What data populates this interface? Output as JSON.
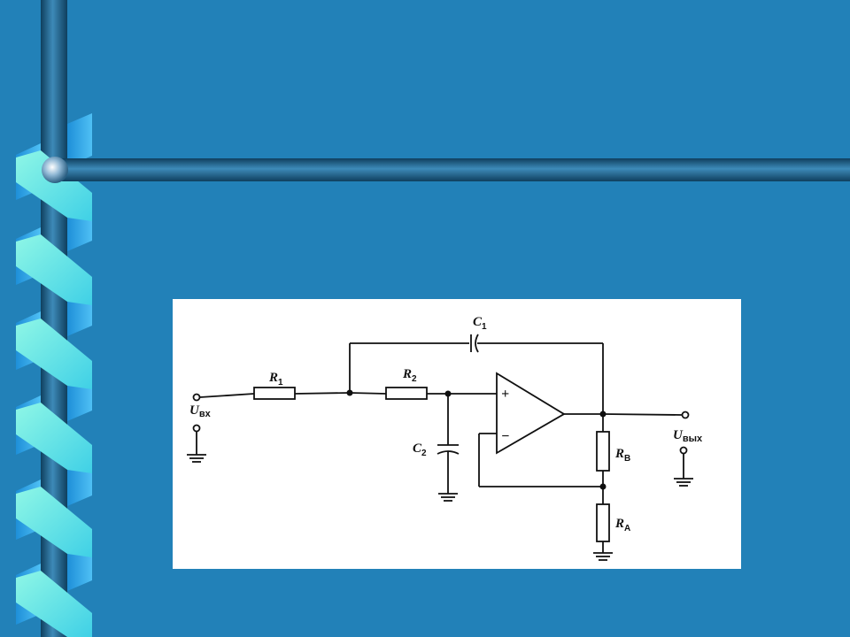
{
  "slide": {
    "colors": {
      "background": "#2281b8",
      "bar": "#1f5f86",
      "ribbon_light": "#7ff2e0",
      "ribbon_blue": "#2aa8ea",
      "panel": "#ffffff"
    }
  },
  "circuit": {
    "description_icons": [
      "resistor-icon",
      "capacitor-icon",
      "op-amp-icon",
      "ground-icon",
      "terminal-icon"
    ],
    "labels": {
      "r1": "R",
      "r1_sub": "1",
      "r2": "R",
      "r2_sub": "2",
      "c1": "C",
      "c1_sub": "1",
      "c2": "C",
      "c2_sub": "2",
      "rb": "R",
      "rb_sub": "B",
      "ra": "R",
      "ra_sub": "A",
      "uin": "U",
      "uin_sub": "вх",
      "uout": "U",
      "uout_sub": "вых",
      "plus": "+",
      "minus": "−"
    }
  }
}
